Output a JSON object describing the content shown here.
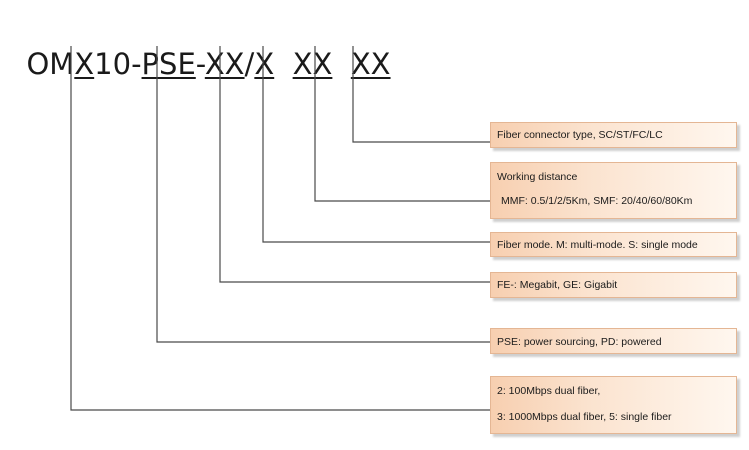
{
  "model": {
    "parts": [
      {
        "text": "OM",
        "underline": false
      },
      {
        "text": "X",
        "underline": true
      },
      {
        "text": "10-",
        "underline": false
      },
      {
        "text": "PSE",
        "underline": true
      },
      {
        "text": "-",
        "underline": false
      },
      {
        "text": "XX",
        "underline": true
      },
      {
        "text": "/",
        "underline": false
      },
      {
        "text": "X",
        "underline": true
      },
      {
        "text": "  ",
        "underline": false
      },
      {
        "text": "XX",
        "underline": true
      },
      {
        "text": "  ",
        "underline": false
      },
      {
        "text": "XX",
        "underline": true
      }
    ]
  },
  "descriptions": [
    {
      "lines": [
        "Fiber connector type, SC/ST/FC/LC"
      ]
    },
    {
      "lines": [
        "Working distance",
        "MMF: 0.5/1/2/5Km, SMF: 20/40/60/80Km"
      ]
    },
    {
      "lines": [
        "Fiber mode. M: multi-mode. S: single mode"
      ]
    },
    {
      "lines": [
        "FE-: Megabit, GE: Gigabit"
      ]
    },
    {
      "lines": [
        "PSE: power sourcing, PD: powered"
      ]
    },
    {
      "lines": [
        "2: 100Mbps dual fiber,",
        "3: 1000Mbps dual fiber, 5: single fiber"
      ]
    }
  ]
}
